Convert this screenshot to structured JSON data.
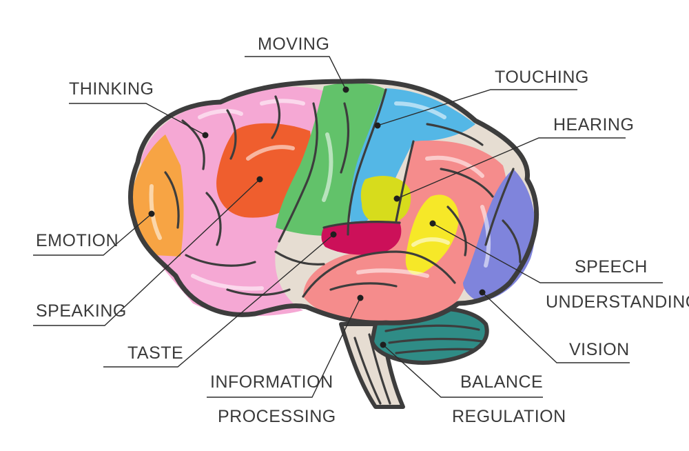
{
  "labels": {
    "moving": "MOVING",
    "thinking": "THINKING",
    "touching": "TOUCHING",
    "hearing": "HEARING",
    "emotion": "EMOTION",
    "speaking": "SPEAKING",
    "taste": "TASTE",
    "information_line1": "INFORMATION",
    "information_line2": "PROCESSING",
    "speech_line1": "SPEECH",
    "speech_line2": "UNDERSTANDING",
    "vision": "VISION",
    "balance_line1": "BALANCE",
    "balance_line2": "REGULATION"
  },
  "colors": {
    "thinking": "#f5a8d4",
    "moving": "#62c26a",
    "touching": "#54b7e6",
    "hearing": "#d7dc1c",
    "emotion": "#f7a444",
    "speaking": "#ef5e2e",
    "taste": "#cc1059",
    "information": "#f58c8c",
    "speech": "#f6e828",
    "vision": "#7f84dc",
    "balance": "#2f8c86",
    "neutral": "#e6ddd2"
  }
}
